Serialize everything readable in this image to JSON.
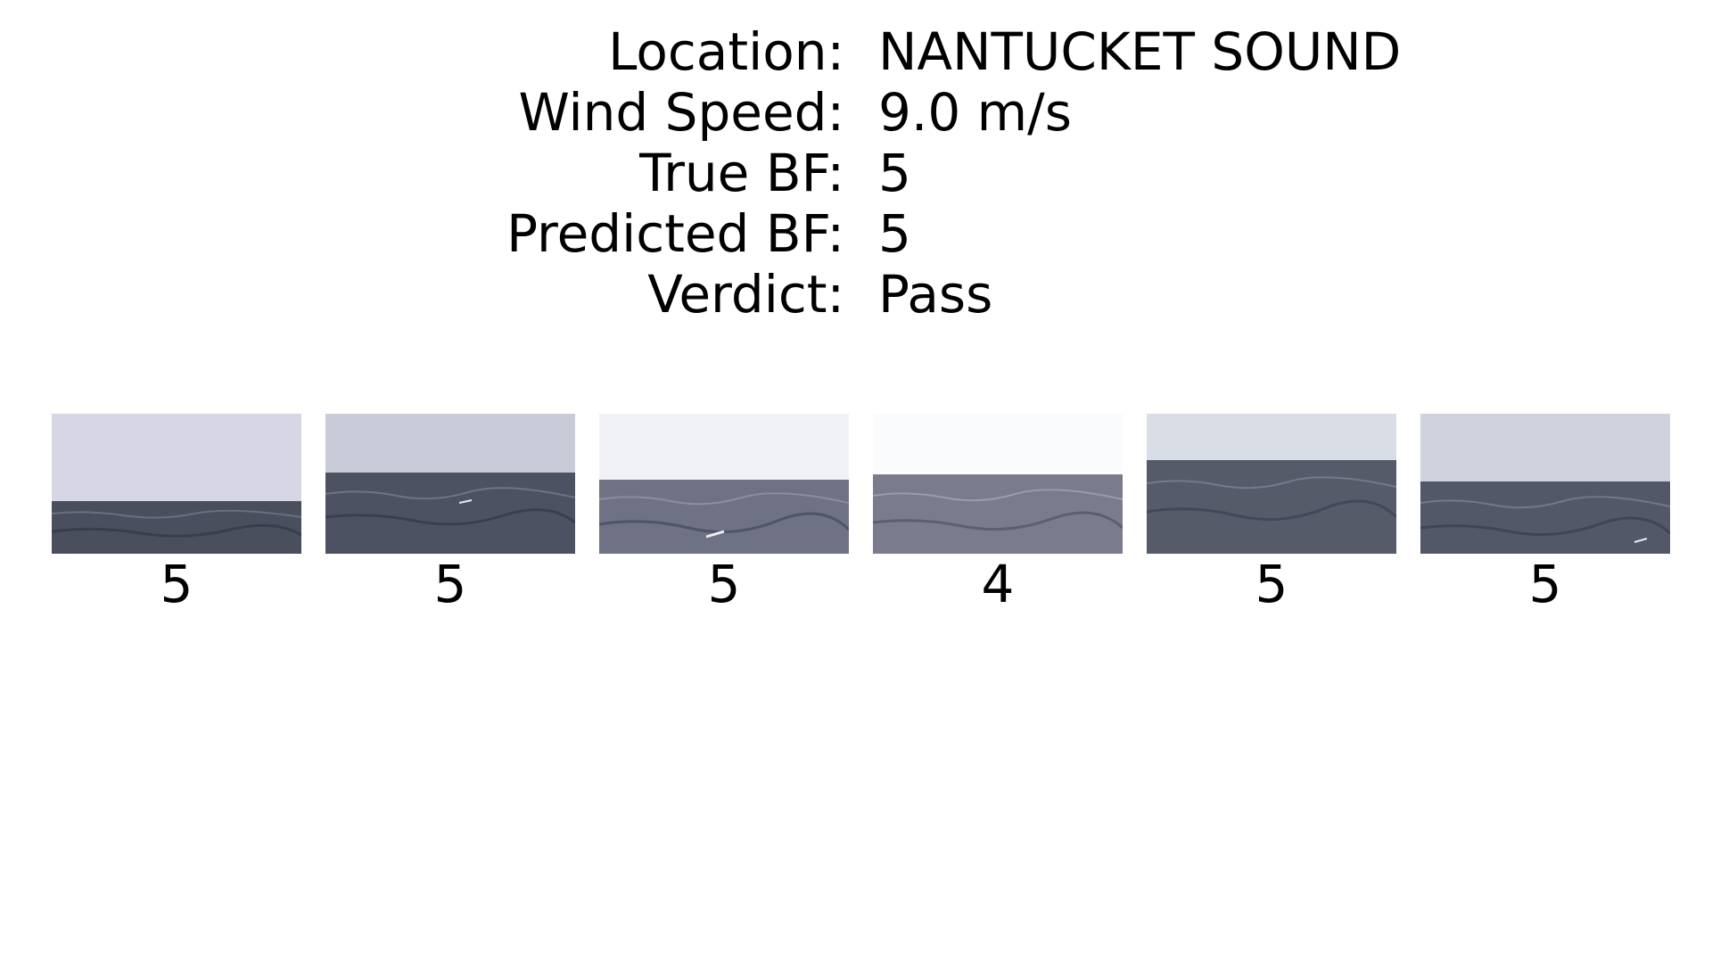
{
  "info": [
    {
      "label": "Location:",
      "value": "NANTUCKET SOUND"
    },
    {
      "label": "Wind Speed:",
      "value": "9.0 m/s"
    },
    {
      "label": "True BF:",
      "value": "5"
    },
    {
      "label": "Predicted BF:",
      "value": "5"
    },
    {
      "label": "Verdict:",
      "value": "Pass"
    }
  ],
  "frames": [
    {
      "prediction": "5",
      "sky_color": "#d6d6e4",
      "sea_color": "#4a4f5e"
    },
    {
      "prediction": "5",
      "sky_color": "#c9cbd8",
      "sea_color": "#4d5262"
    },
    {
      "prediction": "5",
      "sky_color": "#f1f2f6",
      "sea_color": "#6e7284"
    },
    {
      "prediction": "4",
      "sky_color": "#fafbfd",
      "sea_color": "#7a7c8e"
    },
    {
      "prediction": "5",
      "sky_color": "#d8dde6",
      "sea_color": "#565b6a"
    },
    {
      "prediction": "5",
      "sky_color": "#cdd2dd",
      "sea_color": "#535868"
    }
  ]
}
